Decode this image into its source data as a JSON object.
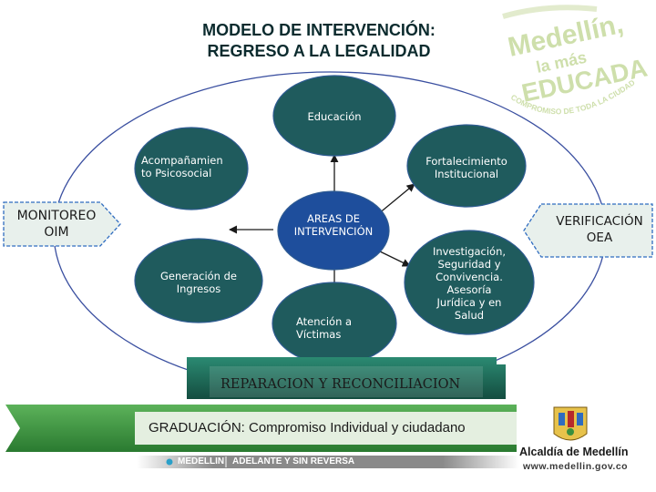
{
  "title": {
    "line1": "MODELO DE INTERVENCIÓN:",
    "line2": "REGRESO A LA LEGALIDAD"
  },
  "center": {
    "line1": "AREAS DE",
    "line2": "INTERVENCIÓN"
  },
  "areas": {
    "educacion": "Educación",
    "acompanamiento": [
      "Acompañamien",
      "to Psicosocial"
    ],
    "fortalecimiento": [
      "Fortalecimiento",
      "Institucional"
    ],
    "generacion": [
      "Generación de",
      "Ingresos"
    ],
    "atencion": [
      "Atención a",
      "Víctimas"
    ],
    "investigacion": [
      "Investigación,",
      "Seguridad y",
      "Convivencia.",
      "Asesoría",
      "Jurídica y en",
      "Salud"
    ]
  },
  "side_boxes": {
    "left": [
      "MONITOREO",
      "OIM"
    ],
    "right": [
      "VERIFICACIÓN",
      "OEA"
    ]
  },
  "reparacion": "REPARACION Y RECONCILIACION",
  "graduacion": "GRADUACIÓN: Compromiso Individual y ciudadano",
  "watermark": {
    "line1": "Medellín,",
    "line2": "la más",
    "line3": "EDUCADA",
    "arc": "COMPROMISO DE TODA LA CIUDADANÍA"
  },
  "logo": {
    "name": "Alcaldía de Medellín",
    "url": "www.medellin.gov.co"
  },
  "footer": {
    "city": "MEDELLIN",
    "slogan": "ADELANTE Y SIN REVERSA"
  },
  "colors": {
    "circle_fill": "#1f5b5d",
    "circle_stroke": "#2e5b92",
    "ellipse_stroke": "#3a4fa0",
    "side_box_fill": "#e8f0ec",
    "side_box_stroke": "#2f6cc0",
    "reparacion_fill": "#1f6b5a",
    "graduacion_fill": "#3a8f3e",
    "watermark": "#c9dca3"
  }
}
